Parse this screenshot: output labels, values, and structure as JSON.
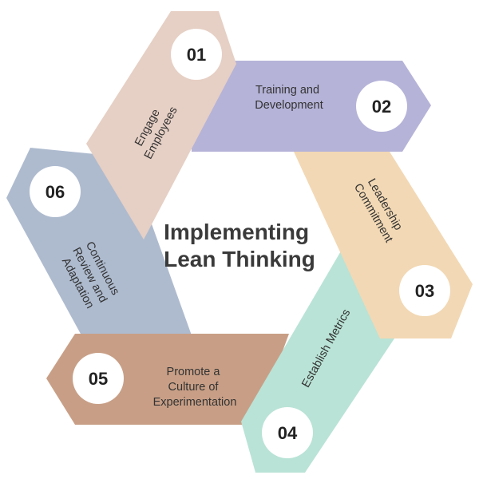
{
  "title": {
    "line1": "Implementing",
    "line2": "Lean Thinking"
  },
  "steps": [
    {
      "number": "01",
      "label_lines": [
        "Engage",
        "Employees"
      ],
      "color": "#e6cfc4"
    },
    {
      "number": "02",
      "label_lines": [
        "Training and",
        "Development"
      ],
      "color": "#b5b3d8"
    },
    {
      "number": "03",
      "label_lines": [
        "Leadership",
        "Commitment"
      ],
      "color": "#f2d8b4"
    },
    {
      "number": "04",
      "label_lines": [
        "Establish Metrics"
      ],
      "color": "#b9e3d6"
    },
    {
      "number": "05",
      "label_lines": [
        "Promote a",
        "Culture of",
        "Experimentation"
      ],
      "color": "#c89f86"
    },
    {
      "number": "06",
      "label_lines": [
        "Continuous",
        "Review and",
        "Adaptation"
      ],
      "color": "#aebbcf"
    }
  ]
}
